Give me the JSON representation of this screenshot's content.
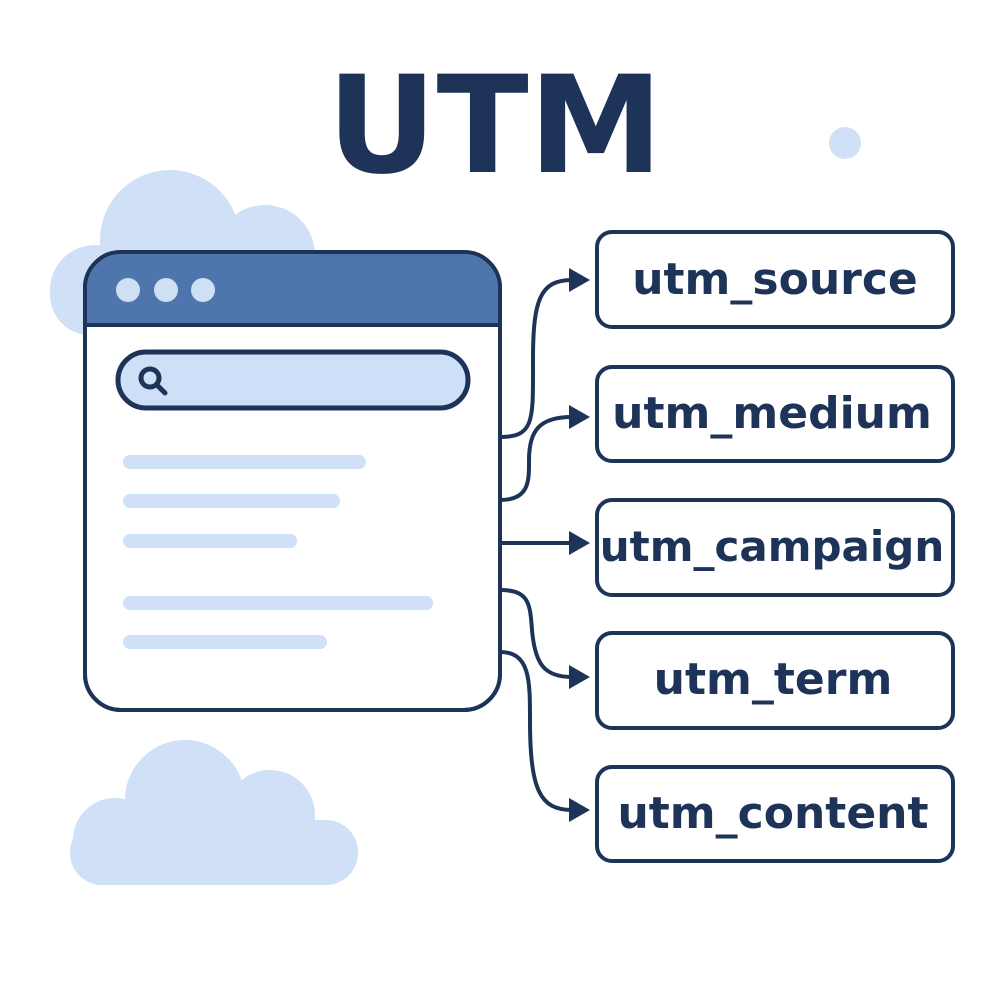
{
  "title": "UTM",
  "parameters": [
    {
      "label": "utm_source"
    },
    {
      "label": "utm_medium"
    },
    {
      "label": "utm_campaign"
    },
    {
      "label": "utm_term"
    },
    {
      "label": "utm_content"
    }
  ],
  "icons": {
    "search": "search-icon",
    "window_controls": "window-dots-icon",
    "cloud": "cloud-icon"
  },
  "colors": {
    "navy": "#1d3458",
    "header": "#4e76ad",
    "light": "#cde0f7",
    "white": "#ffffff"
  }
}
